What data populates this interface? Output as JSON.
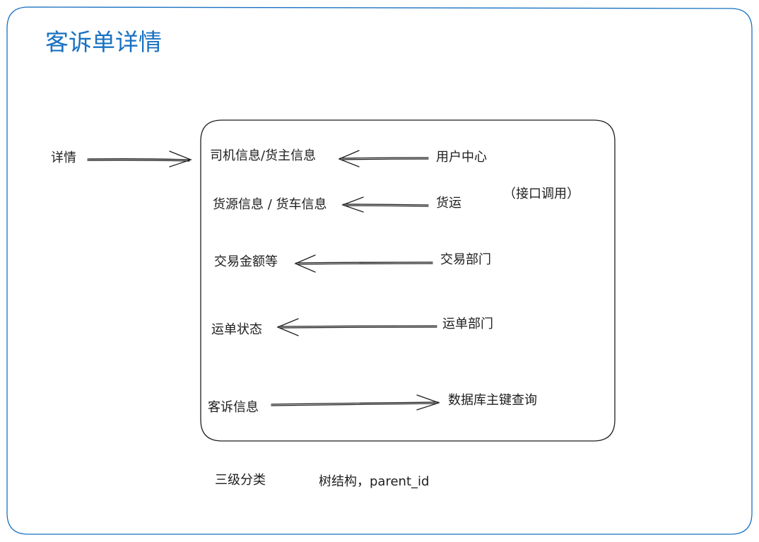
{
  "title": "客诉单详情",
  "entry_label": "详情",
  "rows": [
    {
      "left": "司机信息/货主信息",
      "right": "用户中心",
      "arrow": "to-left"
    },
    {
      "left": "货源信息 / 货车信息",
      "right": "货运",
      "arrow": "to-left"
    },
    {
      "left": "交易金额等",
      "right": "交易部门",
      "arrow": "to-left"
    },
    {
      "left": "运单状态",
      "right": "运单部门",
      "arrow": "to-left"
    },
    {
      "left": "客诉信息",
      "right": "数据库主键查询",
      "arrow": "to-right"
    }
  ],
  "side_note": "（接口调用）",
  "footer": {
    "category": "三级分类",
    "structure": "树结构，parent_id"
  },
  "colors": {
    "title": "#1971c2",
    "frame": "#1971c2",
    "stroke": "#1e1e1e"
  }
}
